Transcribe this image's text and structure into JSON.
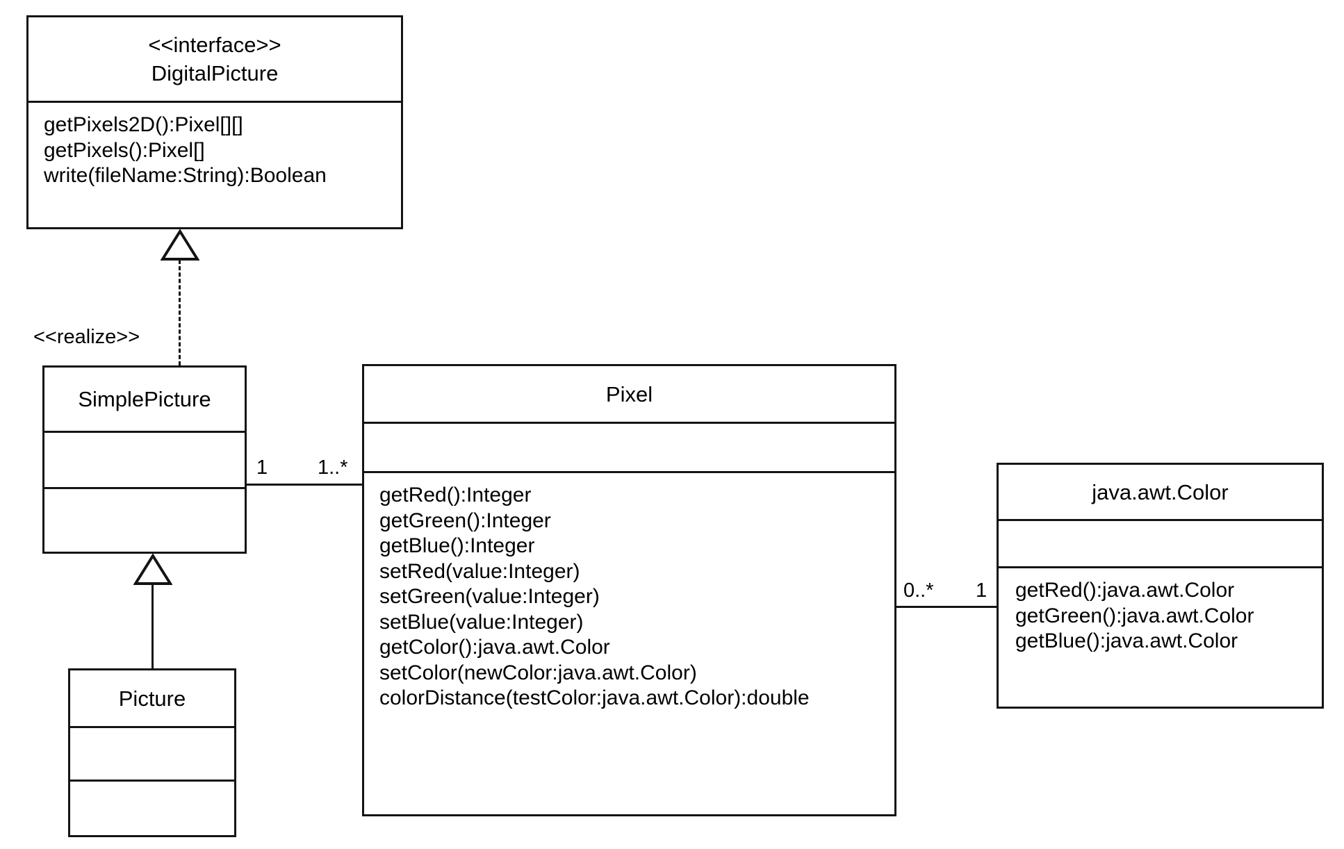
{
  "diagram": {
    "type": "uml-class-diagram",
    "title": "DigitalPicture / SimplePicture / Picture / Pixel / java.awt.Color class diagram",
    "classes": [
      {
        "id": "digitalpicture",
        "stereotype": "<<interface>>",
        "name": "DigitalPicture",
        "attributes": [],
        "methods": [
          "getPixels2D():Pixel[][]",
          "getPixels():Pixel[]",
          "write(fileName:String):Boolean"
        ]
      },
      {
        "id": "simplepicture",
        "stereotype": "",
        "name": "SimplePicture",
        "attributes": [],
        "methods": []
      },
      {
        "id": "picture",
        "stereotype": "",
        "name": "Picture",
        "attributes": [],
        "methods": []
      },
      {
        "id": "pixel",
        "stereotype": "",
        "name": "Pixel",
        "attributes": [],
        "methods": [
          "getRed():Integer",
          "getGreen():Integer",
          "getBlue():Integer",
          "setRed(value:Integer)",
          "setGreen(value:Integer)",
          "setBlue(value:Integer)",
          "getColor():java.awt.Color",
          "setColor(newColor:java.awt.Color)",
          "colorDistance(testColor:java.awt.Color):double"
        ]
      },
      {
        "id": "javaawtcolor",
        "stereotype": "",
        "name": "java.awt.Color",
        "attributes": [],
        "methods": [
          "getRed():java.awt.Color",
          "getGreen():java.awt.Color",
          "getBlue():java.awt.Color"
        ]
      }
    ],
    "relationships": [
      {
        "id": "realize-simplepicture-digitalpicture",
        "kind": "realization",
        "from": "SimplePicture",
        "to": "DigitalPicture",
        "label": "<<realize>>",
        "line": "dashed",
        "arrowhead": "hollow-triangle"
      },
      {
        "id": "generalize-picture-simplepicture",
        "kind": "generalization",
        "from": "Picture",
        "to": "SimplePicture",
        "label": "",
        "line": "solid",
        "arrowhead": "hollow-triangle"
      },
      {
        "id": "assoc-simplepicture-pixel",
        "kind": "association",
        "from": "SimplePicture",
        "to": "Pixel",
        "line": "solid",
        "source_multiplicity": "1",
        "target_multiplicity": "1..*"
      },
      {
        "id": "assoc-pixel-color",
        "kind": "association",
        "from": "Pixel",
        "to": "java.awt.Color",
        "line": "solid",
        "source_multiplicity": "0..*",
        "target_multiplicity": "1"
      }
    ],
    "colors": {
      "stroke": "#141414",
      "background": "#ffffff",
      "text": "#000000"
    }
  }
}
